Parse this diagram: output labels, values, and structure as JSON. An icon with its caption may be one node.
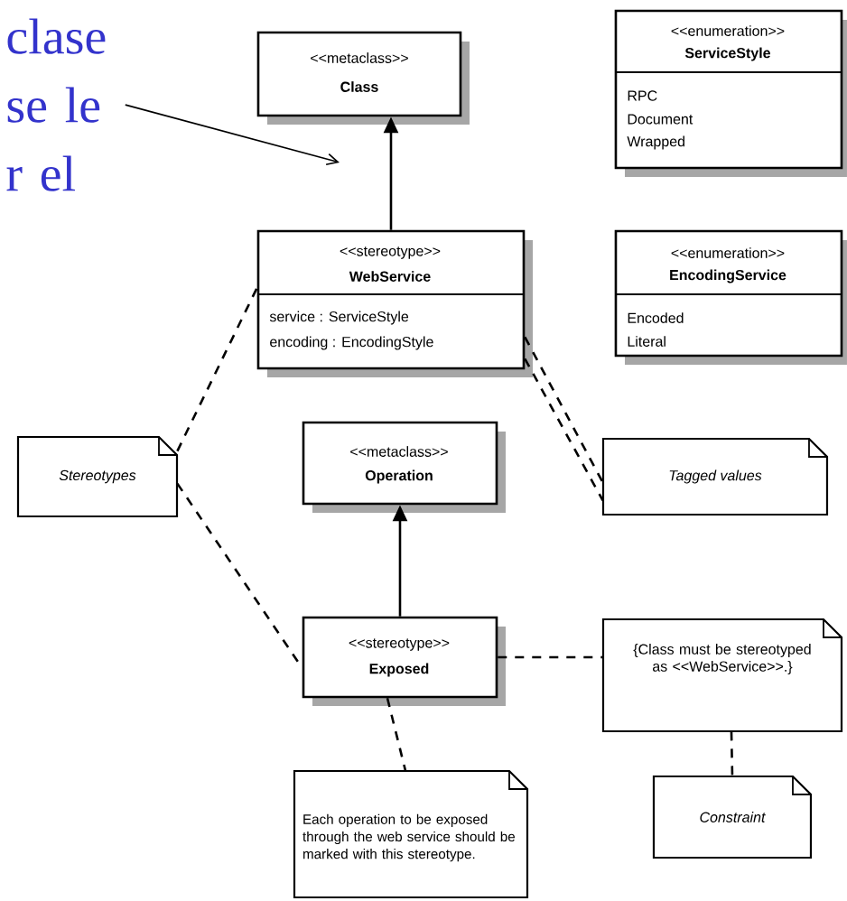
{
  "diagram": {
    "nodes": [
      {
        "text": [
          "clase se le r el"
        ]
      },
      {
        "text": [
          "<<metaclass>>",
          "Class"
        ]
      },
      {
        "text": [
          "<<enumeration>>",
          "ServiceStyle",
          "RPC",
          "Document",
          "Wrapped"
        ]
      },
      {
        "text": [
          "<<stereotype>>",
          "WebService",
          "service : ServiceStyle",
          "encoding : EncodingStyle"
        ]
      },
      {
        "text": [
          "<<enumeration>>",
          "EncodingService",
          "Encoded",
          "Literal"
        ]
      },
      {
        "text": [
          "Stereotypes"
        ]
      },
      {
        "text": [
          "<<metaclass>>",
          "Operation"
        ]
      },
      {
        "text": [
          "Tagged values"
        ]
      },
      {
        "text": [
          "<<stereotype>>",
          "Exposed"
        ]
      },
      {
        "text": [
          "{Class must be stereotyped as <<WebService>>.}"
        ]
      },
      {
        "text": [
          "Each operation to be exposed through the web service should be marked with this stereotype."
        ]
      },
      {
        "text": [
          "Constraint"
        ]
      }
    ],
    "edges": [
      {
        "from": 0,
        "to": null,
        "arrow": "to"
      },
      {
        "from": 3,
        "to": 1,
        "arrow": "to"
      },
      {
        "from": 8,
        "to": 6,
        "arrow": "to"
      },
      {
        "from": 5,
        "to": 3,
        "arrow": "none",
        "style": "dashed"
      },
      {
        "from": 5,
        "to": 8,
        "arrow": "none",
        "style": "dashed"
      },
      {
        "from": 3,
        "to": 7,
        "arrow": "none",
        "style": "dashed"
      },
      {
        "from": 3,
        "to": 7,
        "arrow": "none",
        "style": "dashed"
      },
      {
        "from": 8,
        "to": 9,
        "arrow": "none",
        "style": "dashed"
      },
      {
        "from": 8,
        "to": 10,
        "arrow": "none",
        "style": "dashed"
      },
      {
        "from": 9,
        "to": 11,
        "arrow": "none",
        "style": "dashed"
      }
    ]
  }
}
